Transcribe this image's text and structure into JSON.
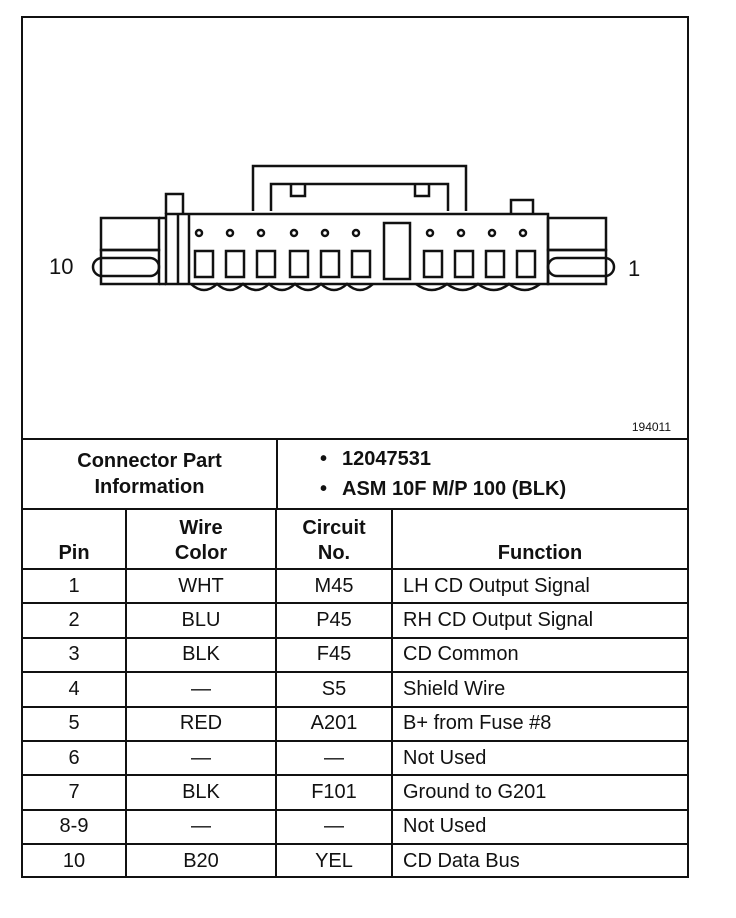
{
  "diagram": {
    "figure_id": "194011",
    "pin_left_label": "10",
    "pin_right_label": "1"
  },
  "connector_info": {
    "label_line1": "Connector Part",
    "label_line2": "Information",
    "bullet": "•",
    "values": [
      "12047531",
      "ASM 10F M/P 100 (BLK)"
    ]
  },
  "pin_table": {
    "headers": {
      "pin": "Pin",
      "wire_color_1": "Wire",
      "wire_color_2": "Color",
      "circuit_1": "Circuit",
      "circuit_2": "No.",
      "function": "Function"
    },
    "rows": [
      {
        "pin": "1",
        "color": "WHT",
        "circuit": "M45",
        "function": "LH CD Output Signal"
      },
      {
        "pin": "2",
        "color": "BLU",
        "circuit": "P45",
        "function": "RH CD Output Signal"
      },
      {
        "pin": "3",
        "color": "BLK",
        "circuit": "F45",
        "function": "CD Common"
      },
      {
        "pin": "4",
        "color": "—",
        "circuit": "S5",
        "function": "Shield Wire"
      },
      {
        "pin": "5",
        "color": "RED",
        "circuit": "A201",
        "function": "B+ from Fuse #8"
      },
      {
        "pin": "6",
        "color": "—",
        "circuit": "—",
        "function": "Not Used"
      },
      {
        "pin": "7",
        "color": "BLK",
        "circuit": "F101",
        "function": "Ground to G201"
      },
      {
        "pin": "8-9",
        "color": "—",
        "circuit": "—",
        "function": "Not Used"
      },
      {
        "pin": "10",
        "color": "B20",
        "circuit": "YEL",
        "function": "CD Data Bus"
      }
    ]
  }
}
